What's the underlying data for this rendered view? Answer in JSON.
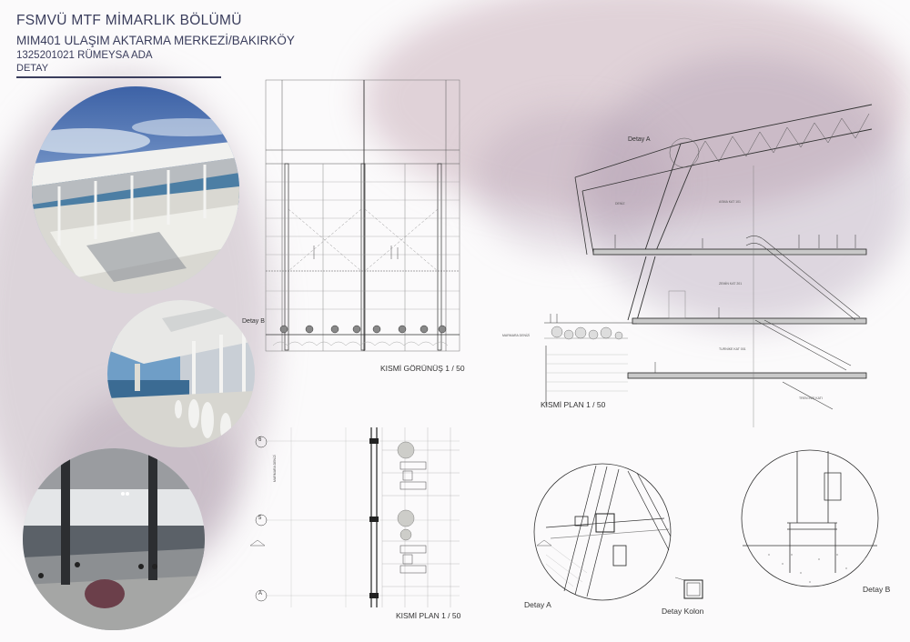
{
  "header": {
    "line1": "FSMVÜ MTF MİMARLIK BÖLÜMÜ",
    "line2": "MIM401 ULAŞIM AKTARMA MERKEZİ/BAKIRKÖY",
    "line3": "1325201021 RÜMEYSA ADA",
    "line4": "DETAY"
  },
  "labels": {
    "elevation": "KISMİ GÖRÜNÜŞ 1 / 50",
    "section": "KISMİ PLAN 1 / 50",
    "plan": "KISMİ PLAN 1 / 50",
    "detail_a_top": "Detay A",
    "detail_b_render": "Detay B",
    "detail_a": "Detay A",
    "detail_kolon": "Detay Kolon",
    "detail_b": "Detay B"
  },
  "grid": {
    "axis1": "6",
    "axis2": "5",
    "axis3": "A"
  },
  "section_notes": {
    "sea": "MARMARA DENİZİ",
    "floor1": "ASMA KAT 101",
    "floor2": "ZEMİN KAT 201",
    "floor3": "TURNİKE KAT 001",
    "floor4": "TREN İNİŞ KATI",
    "room": "DENİZ",
    "plan_sea": "MARMARA DENİZİ"
  },
  "colors": {
    "title": "#3a3d5c",
    "wash": "#b79aa7",
    "line": "#222222"
  }
}
